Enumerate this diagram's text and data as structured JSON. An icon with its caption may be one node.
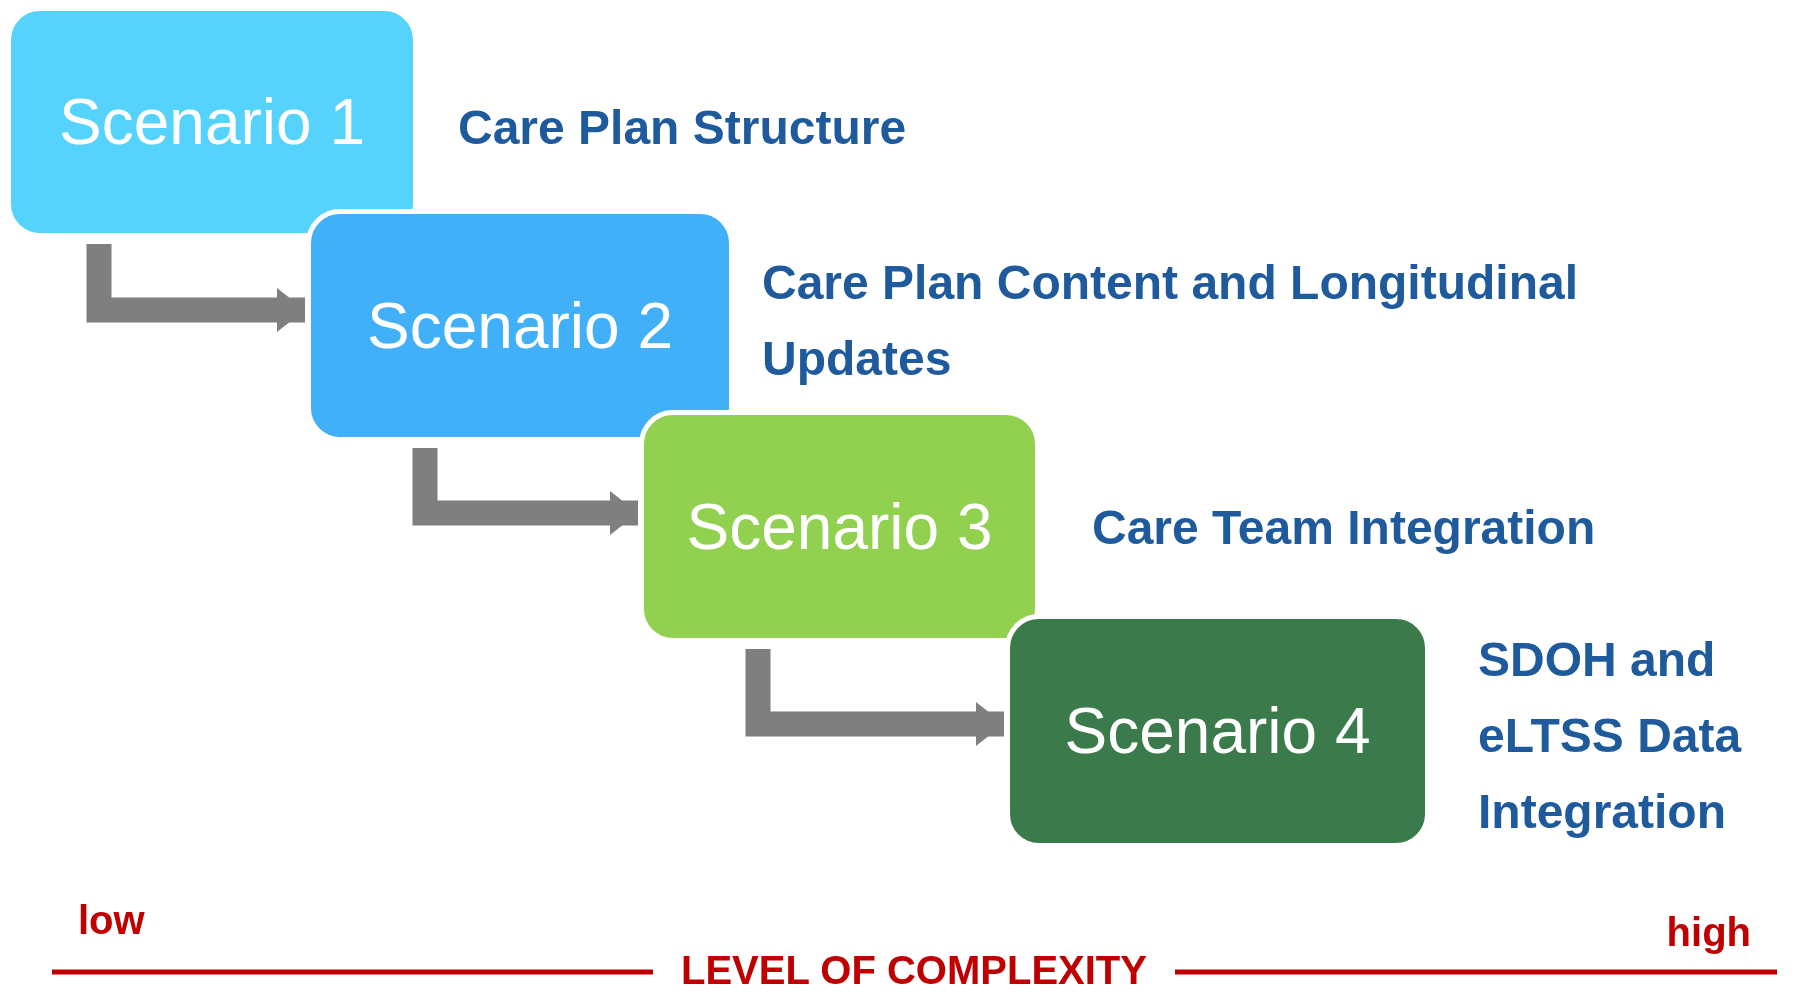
{
  "diagram": {
    "nodes": [
      {
        "text": [
          "Scenario 1"
        ],
        "beside": [
          "Care Plan Structure"
        ]
      },
      {
        "text": [
          "Scenario 2"
        ],
        "beside": [
          "Care Plan Content and Longitudinal Updates"
        ]
      },
      {
        "text": [
          "Scenario 3"
        ],
        "beside": [
          "Care Team Integration"
        ]
      },
      {
        "text": [
          "Scenario 4"
        ],
        "beside": [
          "SDOH and eLTSS Data Integration"
        ]
      }
    ],
    "edges": [
      {
        "from": 0,
        "to": 1,
        "arrow": "to"
      },
      {
        "from": 1,
        "to": 2,
        "arrow": "to"
      },
      {
        "from": 2,
        "to": 3,
        "arrow": "to"
      }
    ],
    "labels": [
      "low",
      "LEVEL OF COMPLEXITY",
      "high"
    ]
  }
}
